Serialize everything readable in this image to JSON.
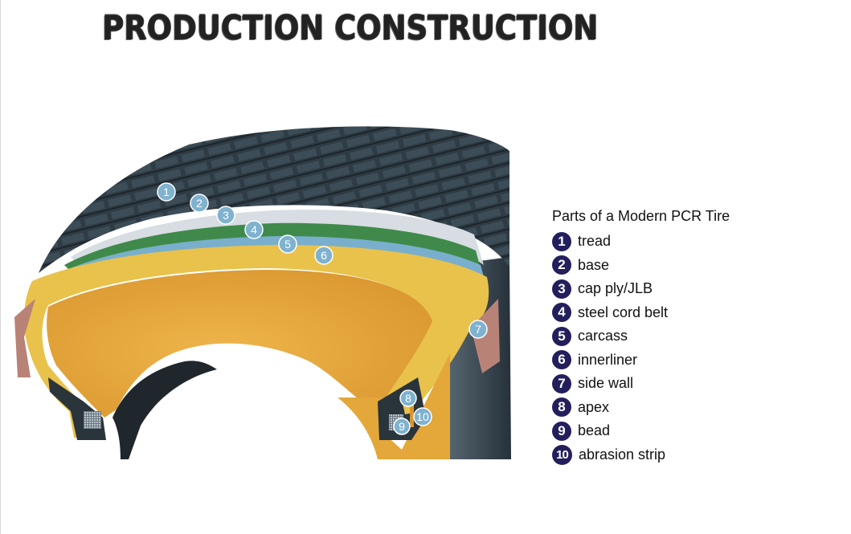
{
  "title": "PRODUCTION CONSTRUCTION",
  "legend": {
    "title": "Parts of a Modern PCR Tire",
    "items": [
      {
        "num": "1",
        "label": "tread"
      },
      {
        "num": "2",
        "label": "base"
      },
      {
        "num": "3",
        "label": "cap ply/JLB"
      },
      {
        "num": "4",
        "label": "steel cord belt"
      },
      {
        "num": "5",
        "label": "carcass"
      },
      {
        "num": "6",
        "label": "innerliner"
      },
      {
        "num": "7",
        "label": "side wall"
      },
      {
        "num": "8",
        "label": "apex"
      },
      {
        "num": "9",
        "label": "bead"
      },
      {
        "num": "10",
        "label": "abrasion strip"
      }
    ]
  },
  "callouts": [
    "1",
    "2",
    "3",
    "4",
    "5",
    "6",
    "7",
    "8",
    "9",
    "10"
  ],
  "colors": {
    "tread": "#2e3b44",
    "cap_ply": "#cfd6dc",
    "steel_belt": "#3f8a4a",
    "carcass_band": "#6fa8c8",
    "ply_yellow": "#e8c14a",
    "innerliner": "#e9a93a",
    "side_wall": "#b98276",
    "legend_badge": "#231f5c",
    "callout_fill": "#7fb2cf"
  }
}
